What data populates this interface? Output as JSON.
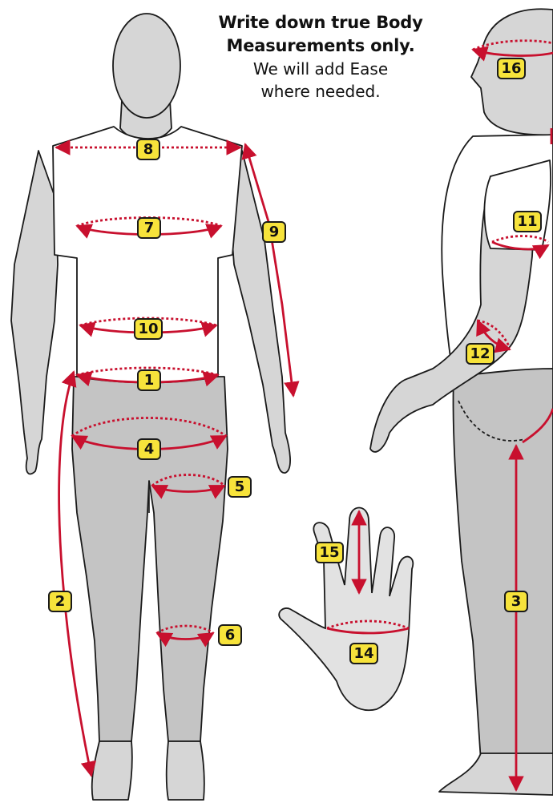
{
  "instructions": {
    "line1": "Write down true Body",
    "line2": "Measurements only.",
    "line3": "We will add Ease",
    "line4": "where needed."
  },
  "badges": {
    "b1": "1",
    "b2": "2",
    "b3": "3",
    "b4": "4",
    "b5": "5",
    "b6": "6",
    "b7": "7",
    "b8": "8",
    "b9": "9",
    "b10": "10",
    "b11": "11",
    "b12": "12",
    "b14": "14",
    "b15": "15",
    "b16": "16"
  },
  "colors": {
    "measure_line": "#c8102e",
    "badge_fill": "#f7e33b",
    "skin": "#d6d6d6",
    "pants": "#c4c4c4",
    "shirt": "#ffffff",
    "outline": "#1a1a1a"
  }
}
